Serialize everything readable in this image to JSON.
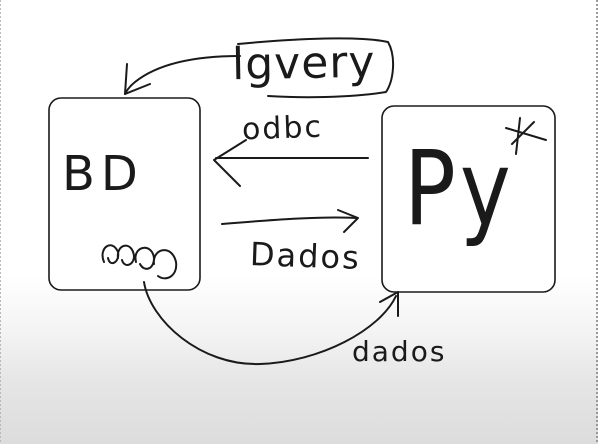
{
  "labels": {
    "query": "lgvery",
    "odbc": "odbc",
    "bd": "BD",
    "py": "Py",
    "py_mark": "*",
    "dados_top": "Dados",
    "dados_bottom": "dados"
  }
}
